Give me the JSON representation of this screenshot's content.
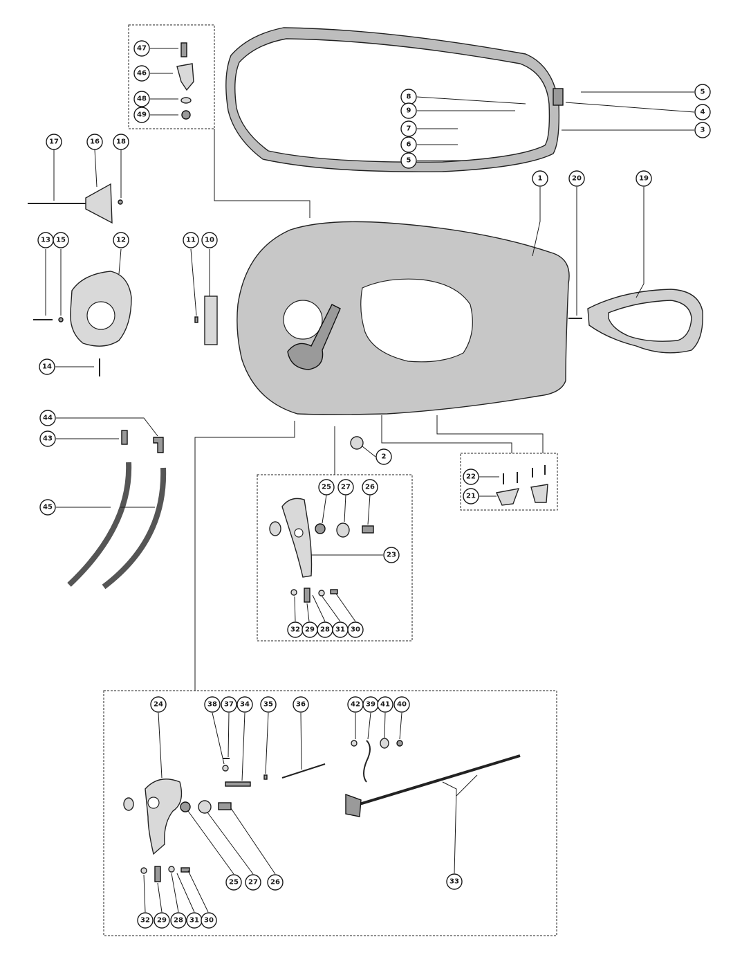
{
  "callouts": {
    "c47": "47",
    "c46": "46",
    "c48": "48",
    "c49": "49",
    "c8": "8",
    "c9": "9",
    "c7": "7",
    "c6": "6",
    "c5a": "5",
    "c4": "4",
    "c3": "3",
    "c5b": "5",
    "c17": "17",
    "c16": "16",
    "c18": "18",
    "c1": "1",
    "c20": "20",
    "c19": "19",
    "c11": "11",
    "c10": "10",
    "c13": "13",
    "c15": "15",
    "c12": "12",
    "c14": "14",
    "c44": "44",
    "c43": "43",
    "c45": "45",
    "c2": "2",
    "c22": "22",
    "c21": "21",
    "c25a": "25",
    "c27a": "27",
    "c26a": "26",
    "c23": "23",
    "c32a": "32",
    "c29a": "29",
    "c28a": "28",
    "c31a": "31",
    "c30a": "30",
    "c24": "24",
    "c38": "38",
    "c37": "37",
    "c34": "34",
    "c35": "35",
    "c36": "36",
    "c42": "42",
    "c39": "39",
    "c41": "41",
    "c40": "40",
    "c25b": "25",
    "c27b": "27",
    "c26b": "26",
    "c33": "33",
    "c32b": "32",
    "c29b": "29",
    "c28b": "28",
    "c31b": "31",
    "c30b": "30"
  }
}
